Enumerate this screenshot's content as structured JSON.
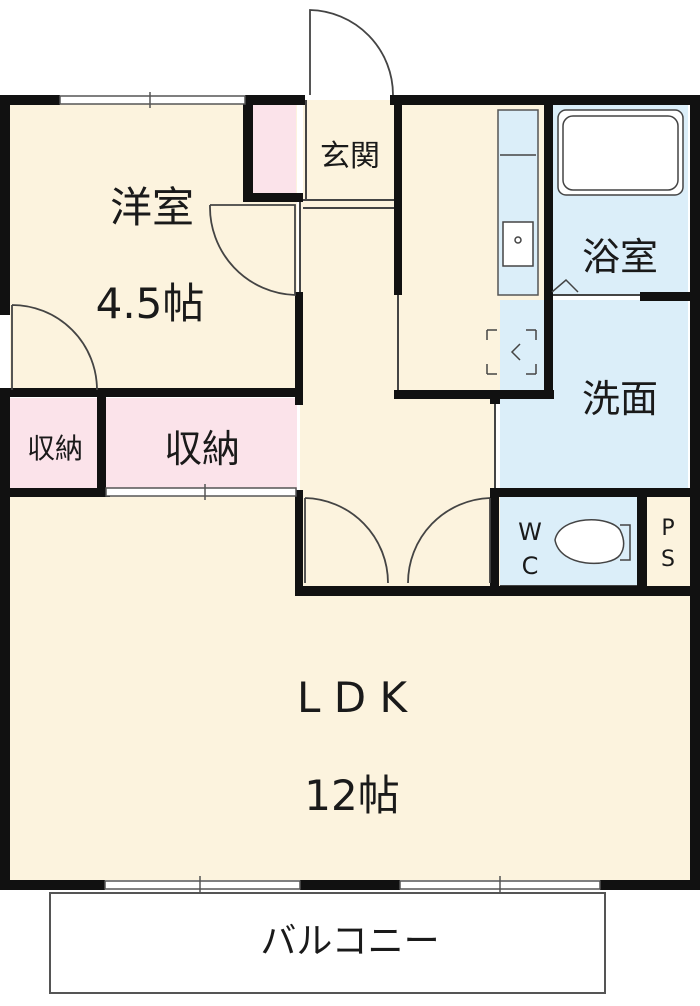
{
  "colors": {
    "room": "#fcf3de",
    "wet": "#dbeef9",
    "storage": "#fbe3ea",
    "wall": "#111111",
    "line": "#333333"
  },
  "rooms": {
    "western_room": {
      "name": "洋室",
      "size": "4.5帖"
    },
    "entrance": {
      "name": "玄関"
    },
    "bathroom": {
      "name": "浴室"
    },
    "washroom": {
      "name": "洗面"
    },
    "storage_small": {
      "name": "収納"
    },
    "storage_large": {
      "name": "収納"
    },
    "toilet": {
      "line1": "W",
      "line2": "C"
    },
    "pipe_space": {
      "line1": "P",
      "line2": "S"
    },
    "ldk": {
      "name": "L D K",
      "size": "12帖"
    },
    "balcony": {
      "name": "バルコニー"
    }
  }
}
